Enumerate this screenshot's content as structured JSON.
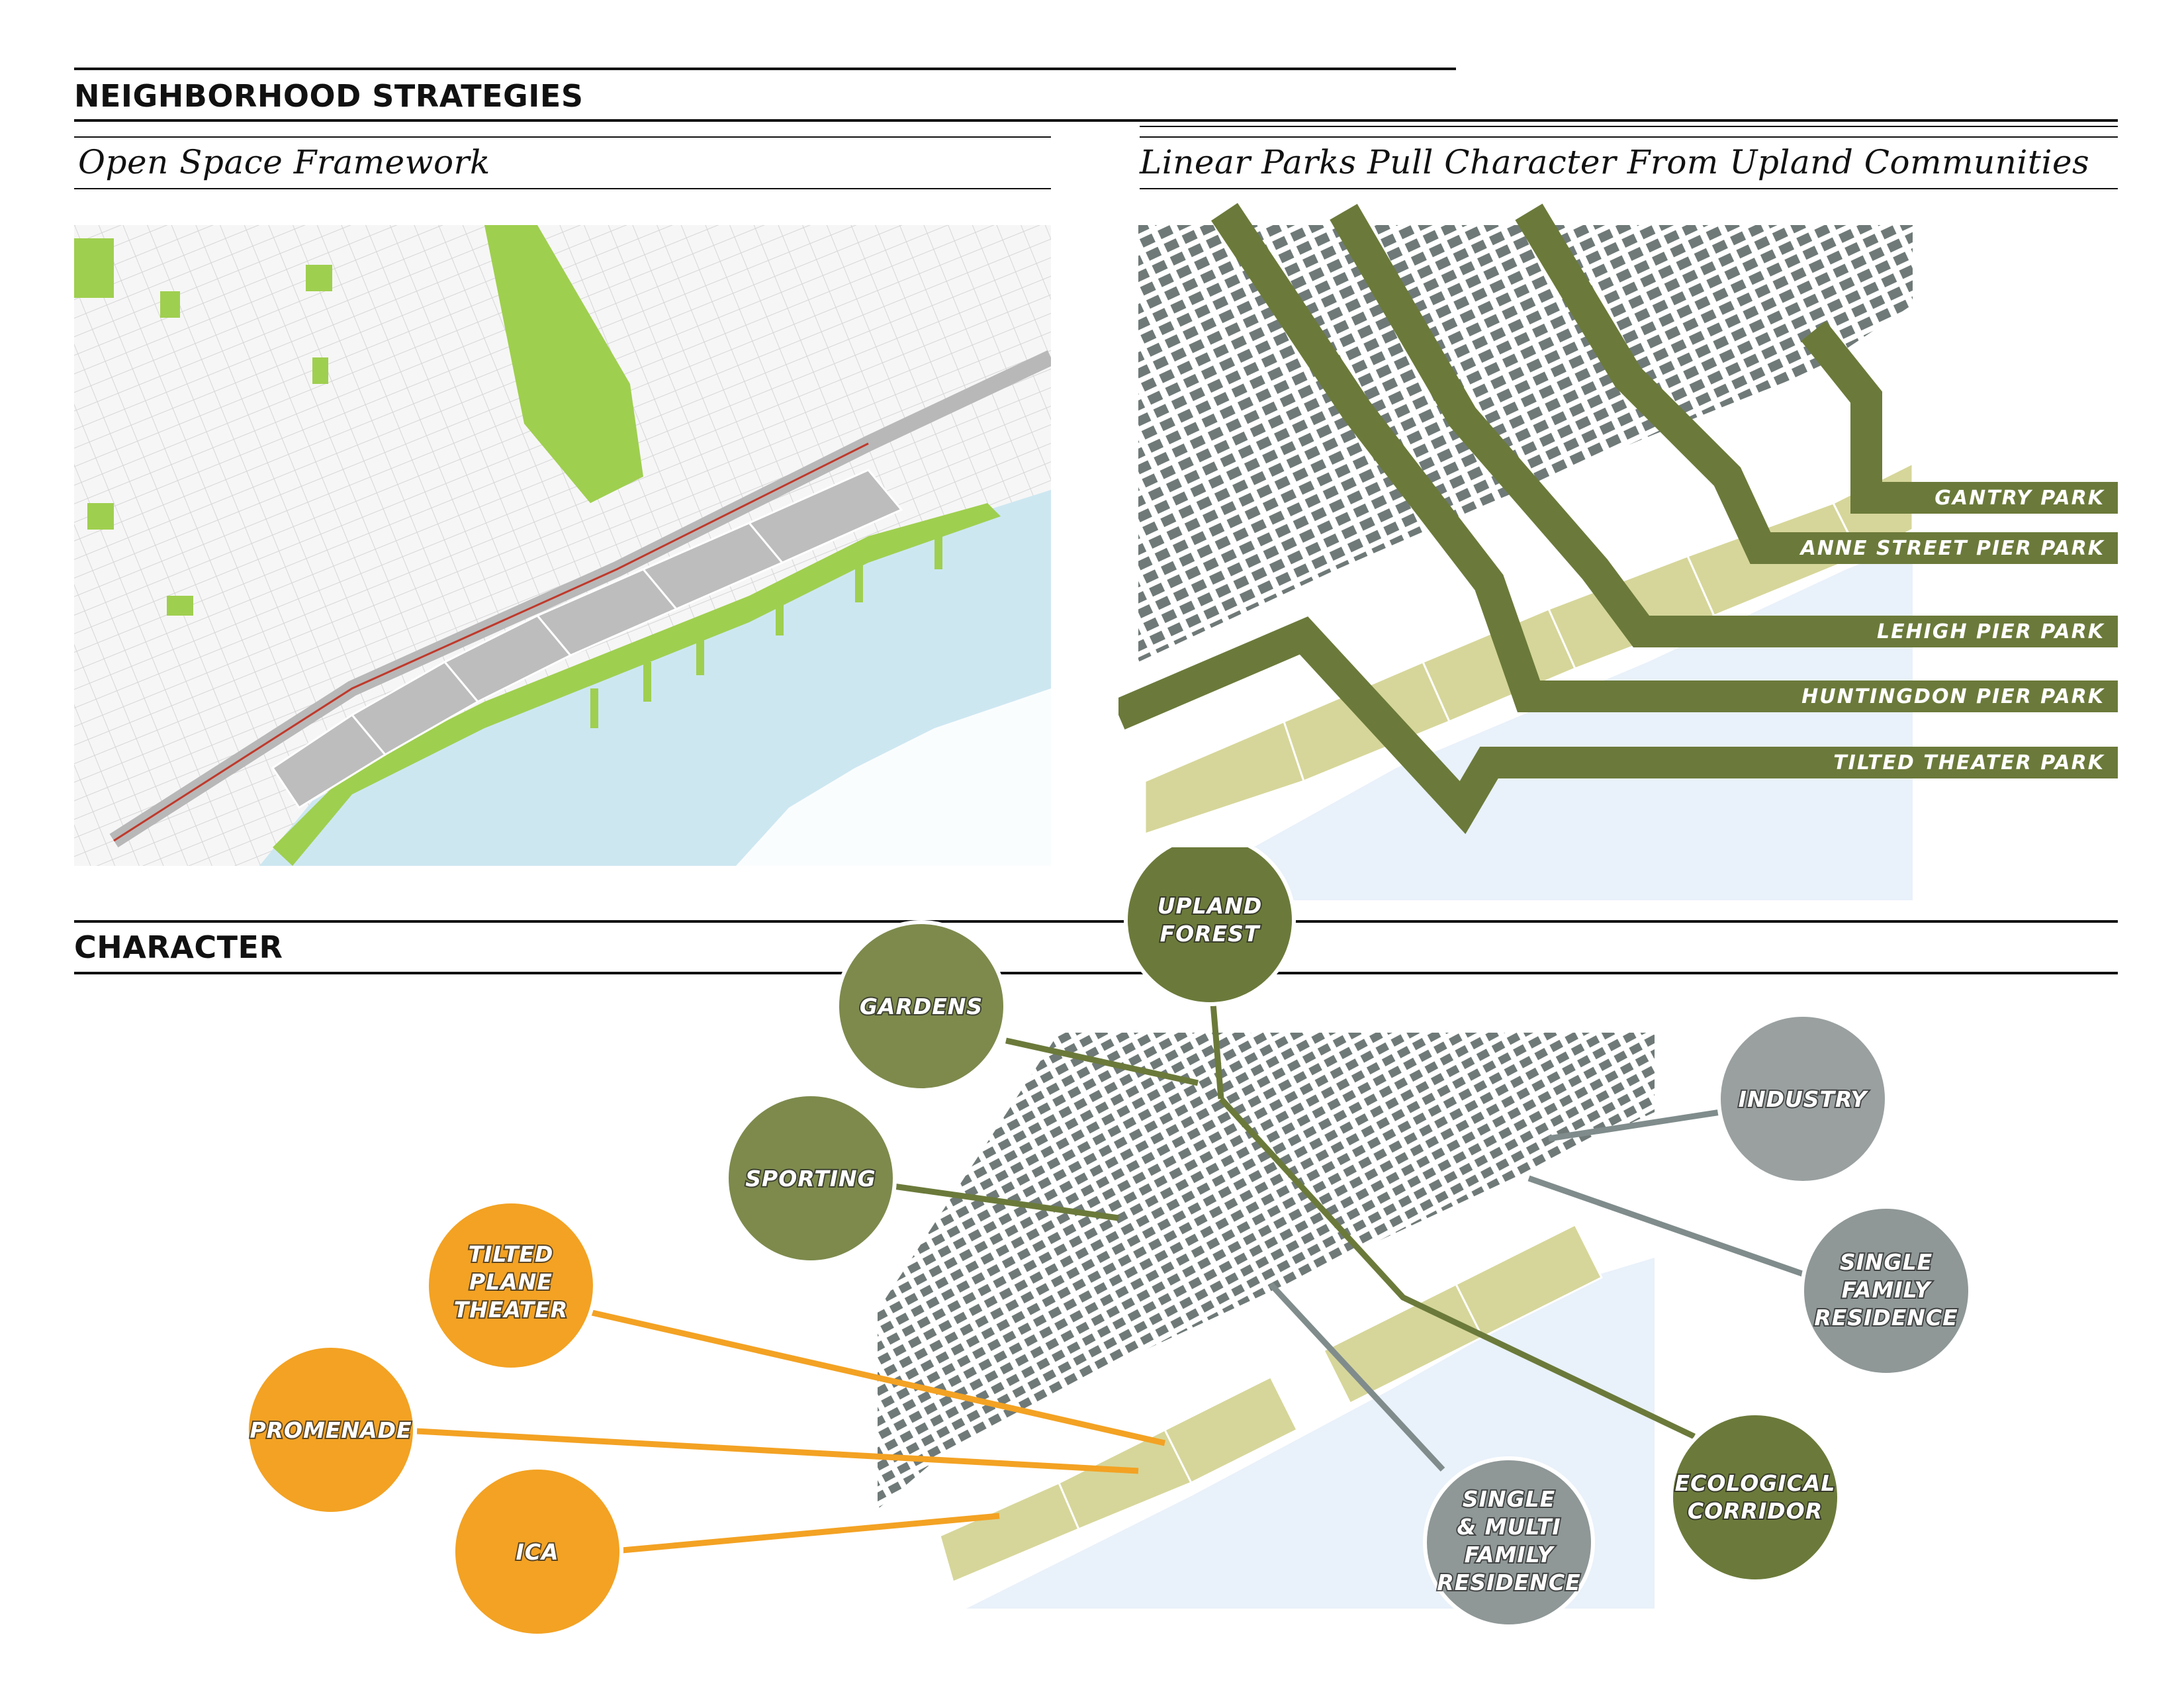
{
  "sections": {
    "strategies": {
      "title": "NEIGHBORHOOD STRATEGIES"
    },
    "character": {
      "title": "CHARACTER"
    }
  },
  "panels": {
    "open_space": {
      "subtitle": "Open Space Framework"
    },
    "linear_parks": {
      "subtitle": "Linear Parks Pull Character From Upland Communities"
    }
  },
  "parks": [
    {
      "label": "GANTRY PARK"
    },
    {
      "label": "ANNE STREET PIER PARK"
    },
    {
      "label": "LEHIGH PIER PARK"
    },
    {
      "label": "HUNTINGDON PIER PARK"
    },
    {
      "label": "TILTED THEATER PARK"
    }
  ],
  "character_circles": {
    "upland_forest": {
      "lines": [
        "UPLAND",
        "FOREST"
      ],
      "group": "green"
    },
    "gardens": {
      "lines": [
        "GARDENS"
      ],
      "group": "green"
    },
    "sporting": {
      "lines": [
        "SPORTING"
      ],
      "group": "green"
    },
    "ecological_corridor": {
      "lines": [
        "ECOLOGICAL",
        "CORRIDOR"
      ],
      "group": "green"
    },
    "tilted_plane_theater": {
      "lines": [
        "TILTED",
        "PLANE",
        "THEATER"
      ],
      "group": "orange"
    },
    "promenade": {
      "lines": [
        "PROMENADE"
      ],
      "group": "orange"
    },
    "ica": {
      "lines": [
        "ICA"
      ],
      "group": "orange"
    },
    "industry": {
      "lines": [
        "INDUSTRY"
      ],
      "group": "gray"
    },
    "single_family": {
      "lines": [
        "SINGLE",
        "FAMILY",
        "RESIDENCE"
      ],
      "group": "gray"
    },
    "single_multi_family": {
      "lines": [
        "SINGLE",
        "& MULTI",
        "FAMILY",
        "RESIDENCE"
      ],
      "group": "gray"
    }
  },
  "colors": {
    "park_green": "#6b7a3a",
    "bright_green": "#9fcf4f",
    "river_blue": "#cde7f1",
    "pale_blue": "#e9f1fa",
    "development_yellow": "#d6d69a",
    "building_gray": "#6f7a78",
    "orange": "#f3a223",
    "connector_gray": "#808c8c"
  }
}
